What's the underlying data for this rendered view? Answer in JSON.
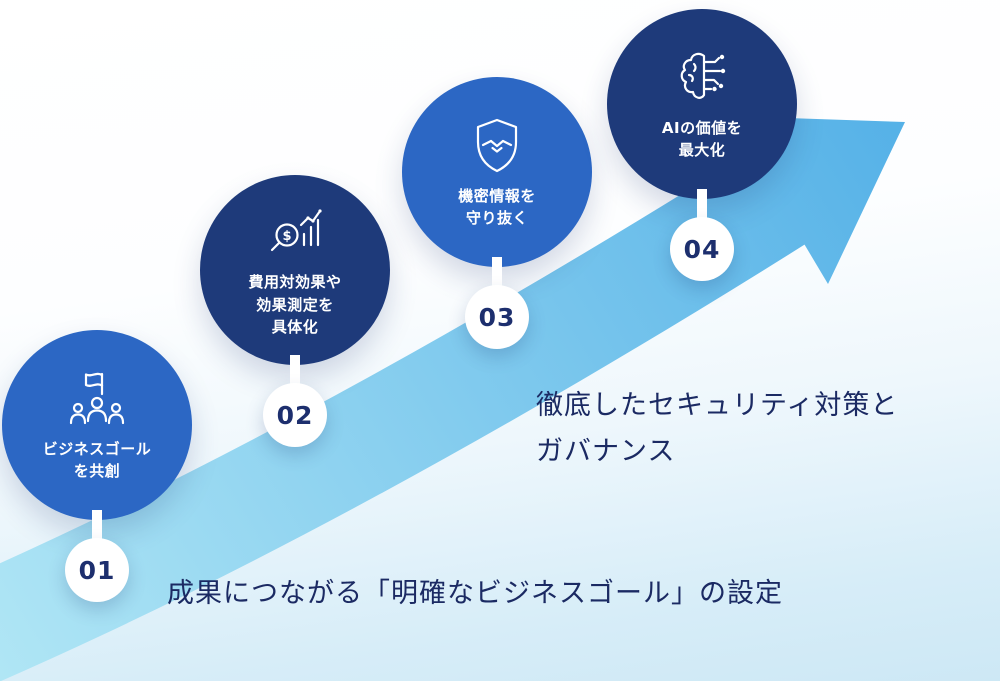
{
  "colors": {
    "background_top": "#ffffff",
    "background_bottom": "#cde8f5",
    "arrow_gradient_start": "#b0e6f5",
    "arrow_gradient_end": "#55b1e7",
    "circle_blue": "#2c67c4",
    "circle_navy": "#1e3a7a",
    "badge_text": "#1d2f6e",
    "annotation_text": "#1b2a63"
  },
  "steps": [
    {
      "number": "01",
      "icon": "team-flag-icon",
      "circle_color": "#2c67c4",
      "label_lines": [
        "ビジネスゴール",
        "を共創"
      ]
    },
    {
      "number": "02",
      "icon": "chart-dollar-icon",
      "circle_color": "#1e3a7a",
      "label_lines": [
        "費用対効果や",
        "効果測定を",
        "具体化"
      ]
    },
    {
      "number": "03",
      "icon": "shield-handshake-icon",
      "circle_color": "#2c67c4",
      "label_lines": [
        "機密情報を",
        "守り抜く"
      ]
    },
    {
      "number": "04",
      "icon": "brain-circuit-icon",
      "circle_color": "#1e3a7a",
      "label_lines": [
        "AIの価値を",
        "最大化"
      ]
    }
  ],
  "annotations": {
    "security": {
      "lines": [
        "徹底したセキュリティ対策と",
        "ガバナンス"
      ]
    },
    "goal": {
      "lines": [
        "成果につながる「明確なビジネスゴール」の設定"
      ]
    }
  }
}
